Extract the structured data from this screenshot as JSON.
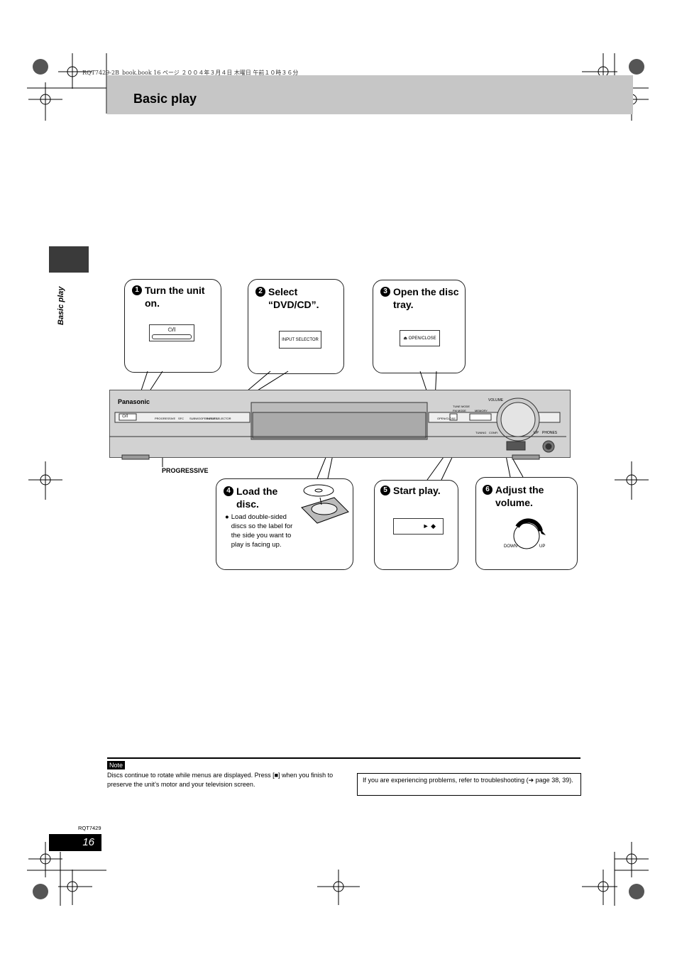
{
  "header": {
    "print_line": "RQT7429-2B_book.book  16 ページ  ２００４年３月４日  木曜日  午前１０時３６分"
  },
  "page": {
    "title": "Basic play",
    "side_label": "Basic play",
    "code": "RQT7429",
    "number": "16"
  },
  "steps": [
    {
      "num": "1",
      "text": "Turn the unit on.",
      "button_label": "⏻/I"
    },
    {
      "num": "2",
      "text": "Select “DVD/CD”.",
      "button_label": "INPUT SELECTOR"
    },
    {
      "num": "3",
      "text": "Open the disc tray.",
      "button_label": "⏏ OPEN/CLOSE"
    },
    {
      "num": "4",
      "text": "Load the disc.",
      "bullet": "Load double-sided discs so the label for the side you want to play is facing up."
    },
    {
      "num": "5",
      "text": "Start play.",
      "button_label": "► ◆"
    },
    {
      "num": "6",
      "text": "Adjust the volume.",
      "knob_down": "DOWN",
      "knob_up": "UP"
    }
  ],
  "unit": {
    "brand": "Panasonic",
    "progressive_label": "PROGRESSIVE",
    "labels": {
      "power": "⏻/I",
      "progressive_small": "PROGRESSIVE",
      "sfc": "SFC",
      "subwoofer": "SUBWOOFER LEVEL",
      "input": "INPUT SELECTOR",
      "openclose": "OPEN/CLOSE",
      "tune_mode": "TUNE MODE",
      "fm_mode": "FM MODE",
      "memory": "MEMORY",
      "volume": "VOLUME",
      "tuning": "TUNING",
      "up": "UP",
      "phones": "PHONES",
      "down_conf": "CONFI"
    }
  },
  "note": {
    "tag": "Note",
    "text": "Discs continue to rotate while menus are displayed. Press [■] when you finish to preserve the unit’s motor and your television screen."
  },
  "trouble": {
    "text": "If you are experiencing problems, refer to troubleshooting (➔ page 38, 39)."
  }
}
